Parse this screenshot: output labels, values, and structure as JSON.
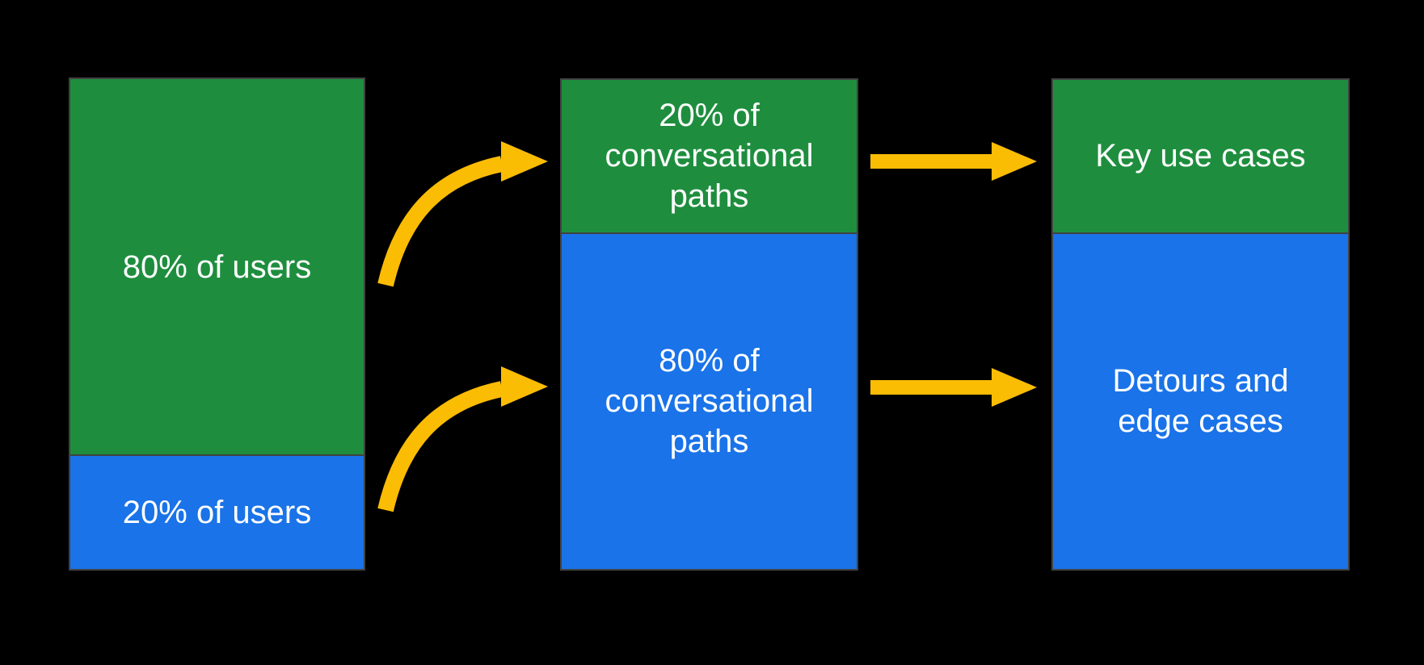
{
  "colors": {
    "background": "#000000",
    "green": "#1E8E3E",
    "blue": "#1A73E8",
    "arrow": "#FBBC04",
    "bar_border": "#424242",
    "text": "#FFFFFF"
  },
  "diagram": {
    "type": "flow-diagram",
    "bars": [
      {
        "id": "users",
        "segments": [
          {
            "color": "green",
            "value_pct": 80,
            "lines": [
              "80% of users"
            ]
          },
          {
            "color": "blue",
            "value_pct": 20,
            "lines": [
              "20% of users"
            ]
          }
        ]
      },
      {
        "id": "conversational-paths",
        "segments": [
          {
            "color": "green",
            "value_pct": 20,
            "lines": [
              "20% of",
              "conversational",
              "paths"
            ]
          },
          {
            "color": "blue",
            "value_pct": 80,
            "lines": [
              "80% of",
              "conversational",
              "paths"
            ]
          }
        ]
      },
      {
        "id": "outcomes",
        "segments": [
          {
            "color": "green",
            "lines": [
              "Key use cases"
            ]
          },
          {
            "color": "blue",
            "lines": [
              "Detours and",
              "edge cases"
            ]
          }
        ]
      }
    ],
    "connections": [
      {
        "from": "80% of users",
        "to": "20% of conversational paths",
        "shape": "curved-arrow"
      },
      {
        "from": "20% of users",
        "to": "80% of conversational paths",
        "shape": "curved-arrow"
      },
      {
        "from": "20% of conversational paths",
        "to": "Key use cases",
        "shape": "straight-arrow"
      },
      {
        "from": "80% of conversational paths",
        "to": "Detours and edge cases",
        "shape": "straight-arrow"
      }
    ]
  }
}
